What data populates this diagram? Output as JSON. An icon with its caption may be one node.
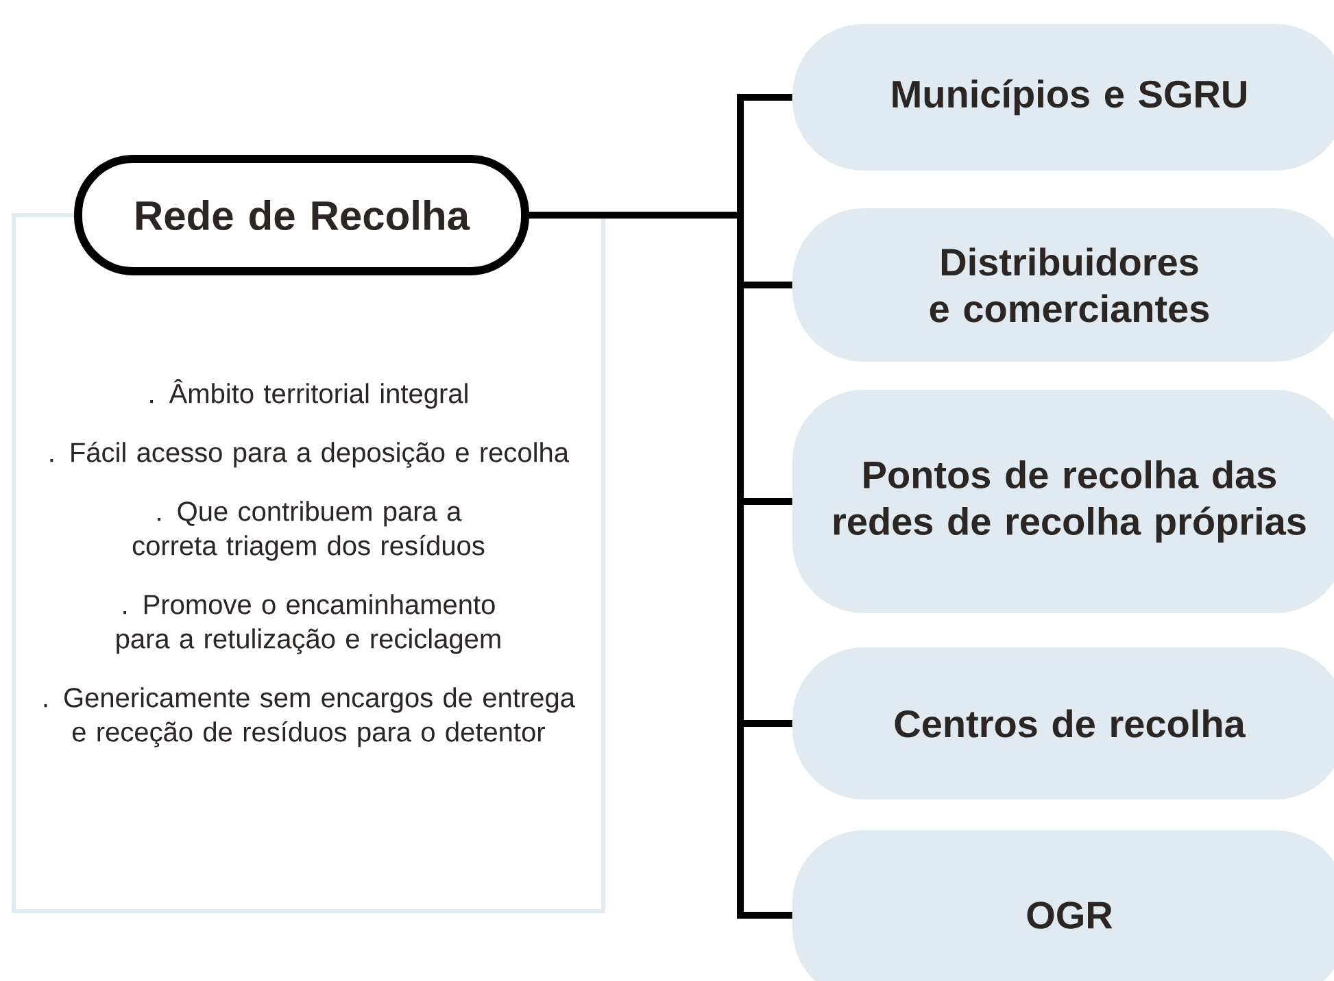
{
  "diagram": {
    "nodes": [
      {
        "text": [
          "Rede de Recolha"
        ]
      },
      {
        "text": [
          ". Âmbito territorial integral",
          ". Fácil acesso para a deposição e recolha",
          ". Que contribuem para a correta triagem dos resíduos",
          ". Promove o encaminhamento para a retulização e reciclagem",
          ". Genericamente sem encargos de entrega e receção de resíduos para o detentor"
        ]
      },
      {
        "text": [
          "Municípios e SGRU"
        ]
      },
      {
        "text": [
          "Distribuidores e comerciantes"
        ]
      },
      {
        "text": [
          "Pontos de recolha das redes de recolha próprias"
        ]
      },
      {
        "text": [
          "Centros de recolha"
        ]
      },
      {
        "text": [
          "OGR"
        ]
      }
    ],
    "edges": [
      {
        "from": 0,
        "to": 2,
        "arrow": "none"
      },
      {
        "from": 0,
        "to": 3,
        "arrow": "none"
      },
      {
        "from": 0,
        "to": 4,
        "arrow": "none"
      },
      {
        "from": 0,
        "to": 5,
        "arrow": "none"
      },
      {
        "from": 0,
        "to": 6,
        "arrow": "none"
      }
    ]
  }
}
